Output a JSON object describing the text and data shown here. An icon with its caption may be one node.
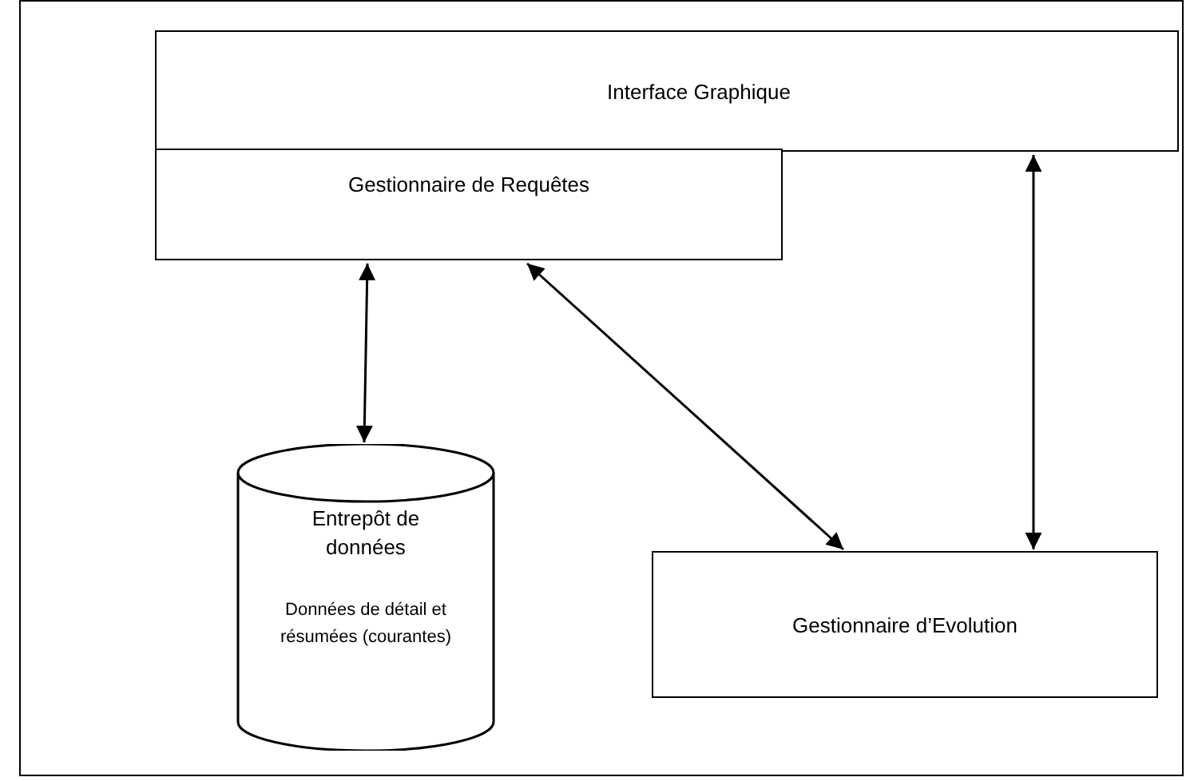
{
  "diagram": {
    "nodes": [
      {
        "text": [
          "Interface Graphique"
        ]
      },
      {
        "text": [
          "Gestionnaire de Requêtes"
        ]
      },
      {
        "text": [
          "Entrepôt de données",
          "Données de détail et résumées (courantes)"
        ]
      },
      {
        "text": [
          "Gestionnaire d’Evolution"
        ]
      }
    ],
    "edges": [
      {
        "from": 1,
        "to": 2,
        "arrow": "both"
      },
      {
        "from": 1,
        "to": 3,
        "arrow": "both"
      },
      {
        "from": 0,
        "to": 3,
        "arrow": "both"
      }
    ]
  }
}
